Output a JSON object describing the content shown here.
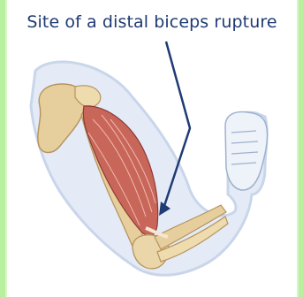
{
  "caption": "Site of a distal biceps rupture",
  "colors": {
    "background": "#b8f0a0",
    "label_text": "#1f3b73",
    "arrow": "#1f3b73",
    "skin_outline": "#c9d6ea",
    "muscle": "#c9665a",
    "bone": "#e6cf9c"
  },
  "icons": [
    "arm-anatomy-illustration",
    "pointer-arrow"
  ]
}
